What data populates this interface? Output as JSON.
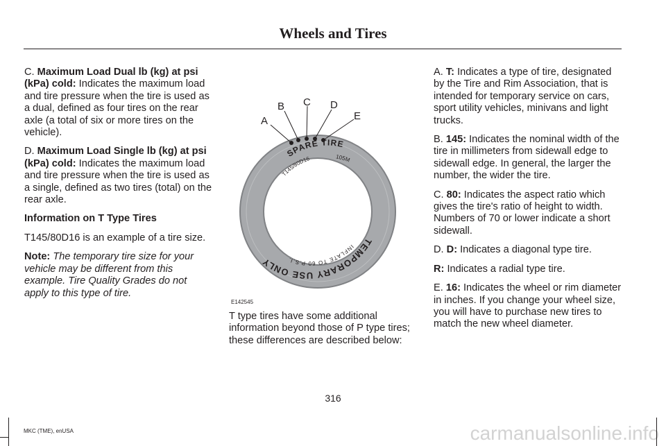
{
  "header": {
    "title": "Wheels and Tires"
  },
  "left_column": {
    "c_prefix": "C.",
    "c_term": "Maximum Load Dual lb (kg) at psi (kPa) cold:",
    "c_text": " Indicates the maximum load and tire pressure when the tire is used as a dual, defined as four tires on the rear axle (a total of six or more tires on the vehicle).",
    "d_prefix": "D.",
    "d_term": "Maximum Load Single lb (kg) at psi (kPa) cold:",
    "d_text": " Indicates the maximum load and tire pressure when the tire is used as a single, defined as two tires (total) on the rear axle.",
    "subheading": "Information on T Type Tires",
    "example": "T145/80D16 is an example of a tire size.",
    "note_label": "Note:",
    "note_text": " The temporary tire size for your vehicle may be different from this example. Tire Quality Grades do not apply to this type of tire."
  },
  "figure": {
    "callouts": [
      "A",
      "B",
      "C",
      "D",
      "E"
    ],
    "tire_size_text": "T145/80D16",
    "load_text": "105M",
    "top_text": "SPARE TIRE",
    "arc_text_1": "TEMPORARY USE ONLY",
    "arc_text_2": "INFLATE TO 60 P.S.I.",
    "figure_id": "E142545",
    "caption": "T type tires have some additional information beyond those of P type tires; these differences are described below:"
  },
  "right_column": {
    "a_prefix": "A.",
    "a_term": "T:",
    "a_text": " Indicates a type of tire, designated by the Tire and Rim Association, that is intended for temporary service on cars, sport utility vehicles, minivans and light trucks.",
    "b_prefix": "B.",
    "b_term": "145:",
    "b_text": " Indicates the nominal width of the tire in millimeters from sidewall edge to sidewall edge. In general, the larger the number, the wider the tire.",
    "c_prefix": "C.",
    "c_term": "80:",
    "c_text": " Indicates the aspect ratio which gives the tire's ratio of height to width. Numbers of 70 or lower indicate a short sidewall.",
    "d_prefix": "D.",
    "d_term": "D:",
    "d_text": " Indicates a diagonal type tire.",
    "r_term": "R:",
    "r_text": " Indicates a radial type tire.",
    "e_prefix": "E.",
    "e_term": "16:",
    "e_text": " Indicates the wheel or rim diameter in inches. If you change your wheel size, you will have to purchase new tires to match the new wheel diameter."
  },
  "footer": {
    "page_number": "316",
    "line1": "MKC (TME), enUSA",
    "line2": "",
    "watermark": "carmanualsonline.info"
  },
  "colors": {
    "text": "#231f20",
    "tire": "#a7a9ac",
    "tire_edge": "#808285"
  }
}
